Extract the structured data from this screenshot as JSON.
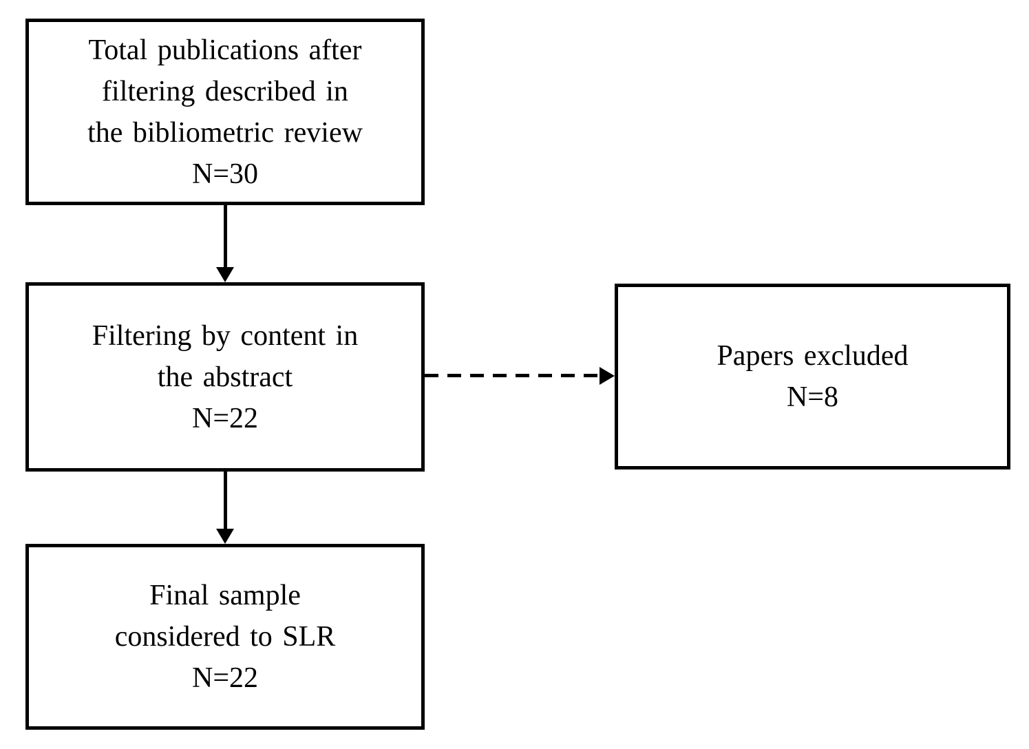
{
  "diagram": {
    "type": "flowchart",
    "colors": {
      "border": "#000000",
      "background": "#ffffff",
      "text": "#000000"
    },
    "boxes": [
      {
        "id": "total-publications",
        "lines": [
          "Total publications after",
          "filtering described in",
          "the bibliometric review"
        ],
        "count_label": "N=30"
      },
      {
        "id": "filtering-abstract",
        "lines": [
          "Filtering by content in",
          "the abstract"
        ],
        "count_label": "N=22"
      },
      {
        "id": "papers-excluded",
        "lines": [
          "Papers excluded"
        ],
        "count_label": "N=8"
      },
      {
        "id": "final-sample",
        "lines": [
          "Final sample",
          "considered to SLR"
        ],
        "count_label": "N=22"
      }
    ],
    "edges": [
      {
        "from": "total-publications",
        "to": "filtering-abstract",
        "style": "solid",
        "direction": "down"
      },
      {
        "from": "filtering-abstract",
        "to": "final-sample",
        "style": "solid",
        "direction": "down"
      },
      {
        "from": "filtering-abstract",
        "to": "papers-excluded",
        "style": "dashed",
        "direction": "right"
      }
    ]
  }
}
